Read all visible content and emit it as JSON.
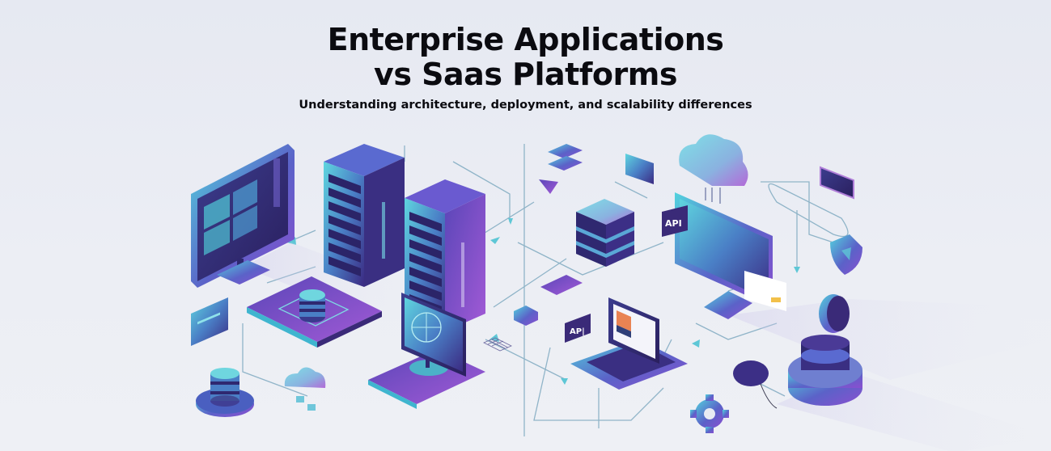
{
  "header": {
    "title_line1": "Enterprise Applications",
    "title_line2": "vs Saas Platforms",
    "subtitle": "Understanding architecture, deployment, and scalability differences"
  },
  "illustration": {
    "style": "isometric",
    "elements": [
      {
        "name": "desktop-monitor-dashboard",
        "icon": "monitor-icon"
      },
      {
        "name": "server-rack-1",
        "icon": "server-rack-icon"
      },
      {
        "name": "server-rack-2",
        "icon": "server-rack-icon"
      },
      {
        "name": "database-platform",
        "icon": "database-icon"
      },
      {
        "name": "database-stack-small",
        "icon": "database-icon"
      },
      {
        "name": "small-cloud",
        "icon": "cloud-icon"
      },
      {
        "name": "globe-monitor",
        "icon": "monitor-icon"
      },
      {
        "name": "storage-stack",
        "icon": "storage-icon"
      },
      {
        "name": "cloud",
        "icon": "cloud-icon"
      },
      {
        "name": "api-monitor",
        "icon": "monitor-icon"
      },
      {
        "name": "laptop",
        "icon": "laptop-icon"
      },
      {
        "name": "shield",
        "icon": "shield-icon"
      },
      {
        "name": "gauge-disc",
        "icon": "gauge-icon"
      },
      {
        "name": "gear",
        "icon": "gear-icon"
      },
      {
        "name": "round-badge",
        "icon": "badge-icon"
      },
      {
        "name": "large-database",
        "icon": "database-icon"
      }
    ],
    "labels": {
      "api_monitor": "API",
      "api_tag": "AP|"
    }
  },
  "colors": {
    "background": "#e8ebf3",
    "title": "#0b0b10",
    "accent_cyan": "#4fd0dc",
    "accent_purple": "#7a4fc4",
    "deep_purple": "#3a2a78",
    "magenta": "#b26ad8",
    "line": "#7fa9c0"
  }
}
